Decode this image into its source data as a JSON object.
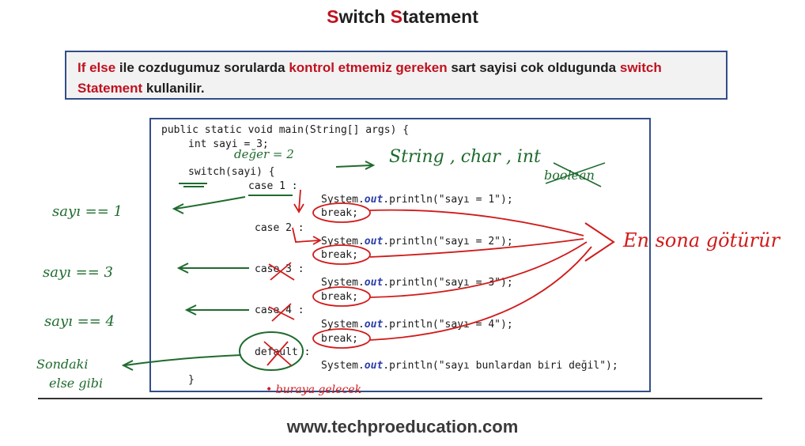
{
  "title": {
    "first_cap": "S",
    "first_rest": "witch ",
    "second_cap": "S",
    "second_rest": "tatement"
  },
  "note": {
    "part1": "If else",
    "part2": " ile cozdugumuz sorularda ",
    "part3": "kontrol etmemiz gereken",
    "part4": " sart sayisi cok oldugunda ",
    "part5": "switch Statement",
    "part6": " kullanilir."
  },
  "code": {
    "line1": "public static void main(String[] args) {",
    "line2": "int sayi = 3;",
    "line3": "switch(sayi) {",
    "case1": "case 1 :",
    "print1_pre": "System.",
    "print_out": "out",
    "print1_post": ".println(\"sayı = 1\");",
    "break_label": "break;",
    "case2": "case 2 :",
    "print2_post": ".println(\"sayı = 2\");",
    "case3": "case 3 :",
    "print3_post": ".println(\"sayı = 3\");",
    "case4": "case 4 :",
    "print4_post": ".println(\"sayı = 4\");",
    "default": "default :",
    "print5_post": ".println(\"sayı bunlardan biri değil\");",
    "closing": "}"
  },
  "annotations": {
    "deger": "değer = 2",
    "types": "String , char , int",
    "boolean": "boolean",
    "sayi1": "sayı == 1",
    "sayi3": "sayı == 3",
    "sayi4": "sayı == 4",
    "sondaki": "Sondaki",
    "else_gibi": "else gibi",
    "en_sona": "En sona götürür",
    "buraya": "• buraya gelecek"
  },
  "footer": {
    "url": "www.techproeducation.com"
  },
  "colors": {
    "accent_red": "#c0111f",
    "box_border": "#324e8a",
    "ink_green": "#1e6b2e",
    "ink_red": "#d11a1a"
  }
}
